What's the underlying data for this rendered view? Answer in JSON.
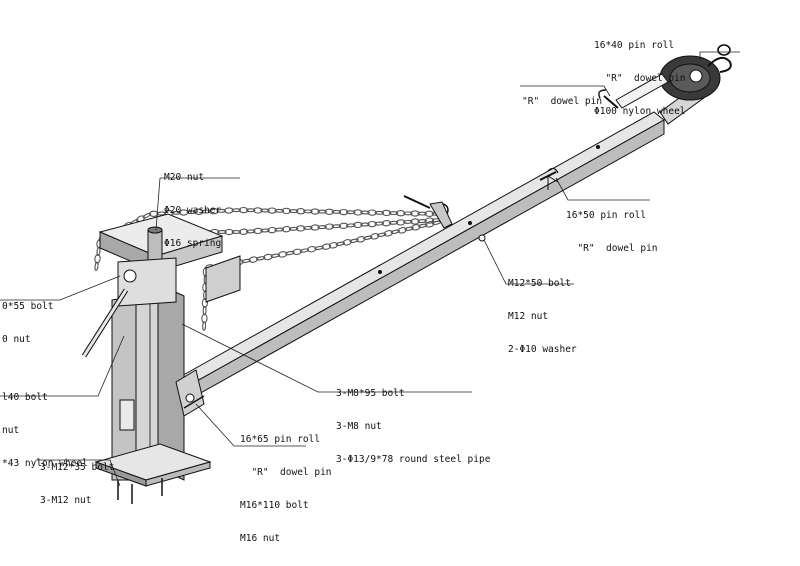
{
  "callouts": {
    "top_pulley": [
      "16*40 pin roll",
      "  \"R\"  dowel pin",
      "Φ100 nylon wheel"
    ],
    "r_dowel": [
      "\"R\"  dowel pin"
    ],
    "mid_pin": [
      "16*50 pin roll",
      "  \"R\"  dowel pin"
    ],
    "chain_nut": [
      "M20 nut",
      "Φ20 washer",
      "Φ16 spring"
    ],
    "m12_bolt": [
      "M12*50 bolt",
      "M12 nut",
      "2-Φ10 washer"
    ],
    "left_bolt": [
      "0*55 bolt",
      "0 nut"
    ],
    "left_wheel": [
      "l40 bolt",
      "nut",
      "*43 nylon wheel"
    ],
    "m8_bolt": [
      "3-M8*95 bolt",
      "3-M8 nut",
      "3-Φ13/9*78 round steel pipe"
    ],
    "lower_pin": [
      "16*65 pin roll",
      "  \"R\"  dowel pin",
      "M16*110 bolt",
      "M16 nut"
    ],
    "base_bolt": [
      "3-M12*35 bolt",
      "3-M12 nut"
    ]
  },
  "colors": {
    "line": "#111111",
    "steel_light": "#e6e6e6",
    "steel_mid": "#bdbdbd",
    "steel_dark": "#6e6e6e",
    "chain": "#555555"
  }
}
